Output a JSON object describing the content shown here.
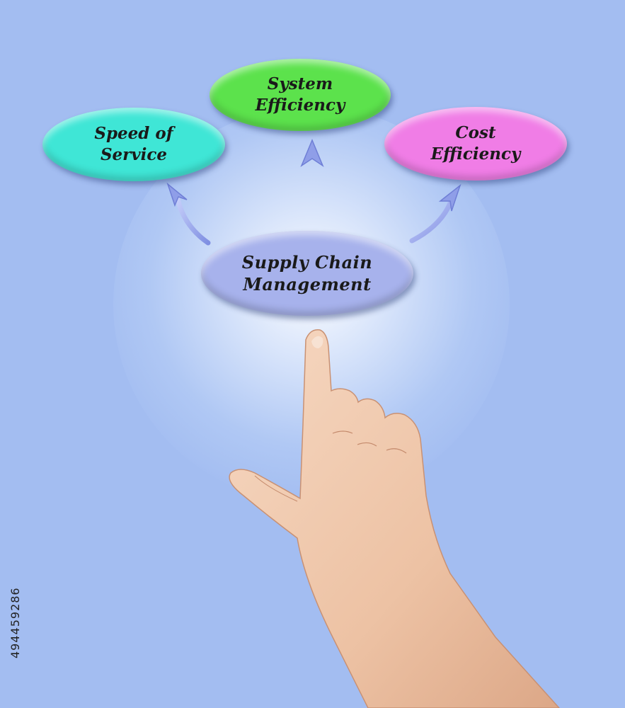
{
  "diagram": {
    "center": {
      "line1": "Supply Chain",
      "line2": "Management"
    },
    "nodes": [
      {
        "id": "speed",
        "line1": "Speed of",
        "line2": "Service",
        "color": "#3fe6d6"
      },
      {
        "id": "system",
        "line1": "System",
        "line2": "Efficiency",
        "color": "#5ce24c"
      },
      {
        "id": "cost",
        "line1": "Cost",
        "line2": "Efficiency",
        "color": "#f07de6"
      }
    ],
    "arrow_color": "#8f9ee8"
  },
  "stock_id": "494459286"
}
